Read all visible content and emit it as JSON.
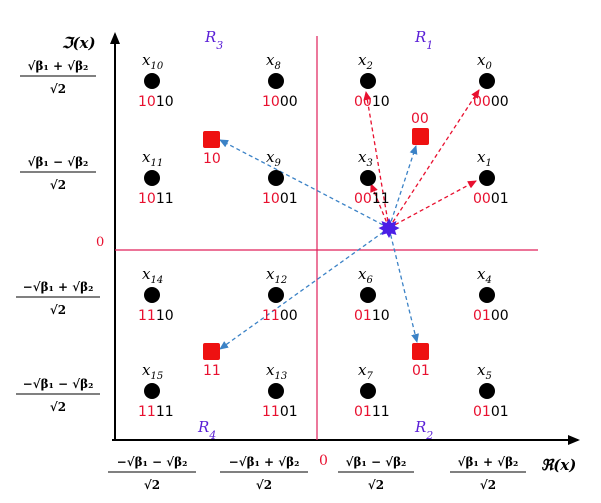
{
  "axes": {
    "y_label": "ℑ(x)",
    "x_label": "ℜ(x)",
    "x_origin": "0",
    "y_origin": "0",
    "y_ticks": [
      {
        "num": "√β₁ + √β₂",
        "den": "√2"
      },
      {
        "num": "√β₁ − √β₂",
        "den": "√2"
      },
      {
        "num": "−√β₁ + √β₂",
        "den": "√2"
      },
      {
        "num": "−√β₁ − √β₂",
        "den": "√2"
      }
    ],
    "x_ticks": [
      {
        "num": "−√β₁ − √β₂",
        "den": "√2"
      },
      {
        "num": "−√β₁ + √β₂",
        "den": "√2"
      },
      {
        "num": "√β₁ − √β₂",
        "den": "√2"
      },
      {
        "num": "√β₁ + √β₂",
        "den": "√2"
      }
    ]
  },
  "regions": [
    "R1",
    "R2",
    "R3",
    "R4"
  ],
  "points": [
    {
      "name": "x",
      "sub": "0",
      "bits_red": "00",
      "bits_black": "00"
    },
    {
      "name": "x",
      "sub": "1",
      "bits_red": "00",
      "bits_black": "01"
    },
    {
      "name": "x",
      "sub": "2",
      "bits_red": "00",
      "bits_black": "10"
    },
    {
      "name": "x",
      "sub": "3",
      "bits_red": "00",
      "bits_black": "11"
    },
    {
      "name": "x",
      "sub": "4",
      "bits_red": "01",
      "bits_black": "00"
    },
    {
      "name": "x",
      "sub": "5",
      "bits_red": "01",
      "bits_black": "01"
    },
    {
      "name": "x",
      "sub": "6",
      "bits_red": "01",
      "bits_black": "10"
    },
    {
      "name": "x",
      "sub": "7",
      "bits_red": "01",
      "bits_black": "11"
    },
    {
      "name": "x",
      "sub": "8",
      "bits_red": "10",
      "bits_black": "00"
    },
    {
      "name": "x",
      "sub": "9",
      "bits_red": "10",
      "bits_black": "01"
    },
    {
      "name": "x",
      "sub": "10",
      "bits_red": "10",
      "bits_black": "10"
    },
    {
      "name": "x",
      "sub": "11",
      "bits_red": "10",
      "bits_black": "11"
    },
    {
      "name": "x",
      "sub": "12",
      "bits_red": "11",
      "bits_black": "00"
    },
    {
      "name": "x",
      "sub": "13",
      "bits_red": "11",
      "bits_black": "01"
    },
    {
      "name": "x",
      "sub": "14",
      "bits_red": "11",
      "bits_black": "10"
    },
    {
      "name": "x",
      "sub": "15",
      "bits_red": "11",
      "bits_black": "11"
    }
  ],
  "cluster_centers": [
    "00",
    "01",
    "10",
    "11"
  ],
  "colors": {
    "point": "#000000",
    "bits_red": "#e8102f",
    "center": "#ee1111",
    "region_label": "#5a1fd6",
    "divider": "#e0205a",
    "received": "#4b1ee6",
    "red_arrow": "#e8102f",
    "blue_arrow": "#3b82c6",
    "axis": "#000000"
  }
}
